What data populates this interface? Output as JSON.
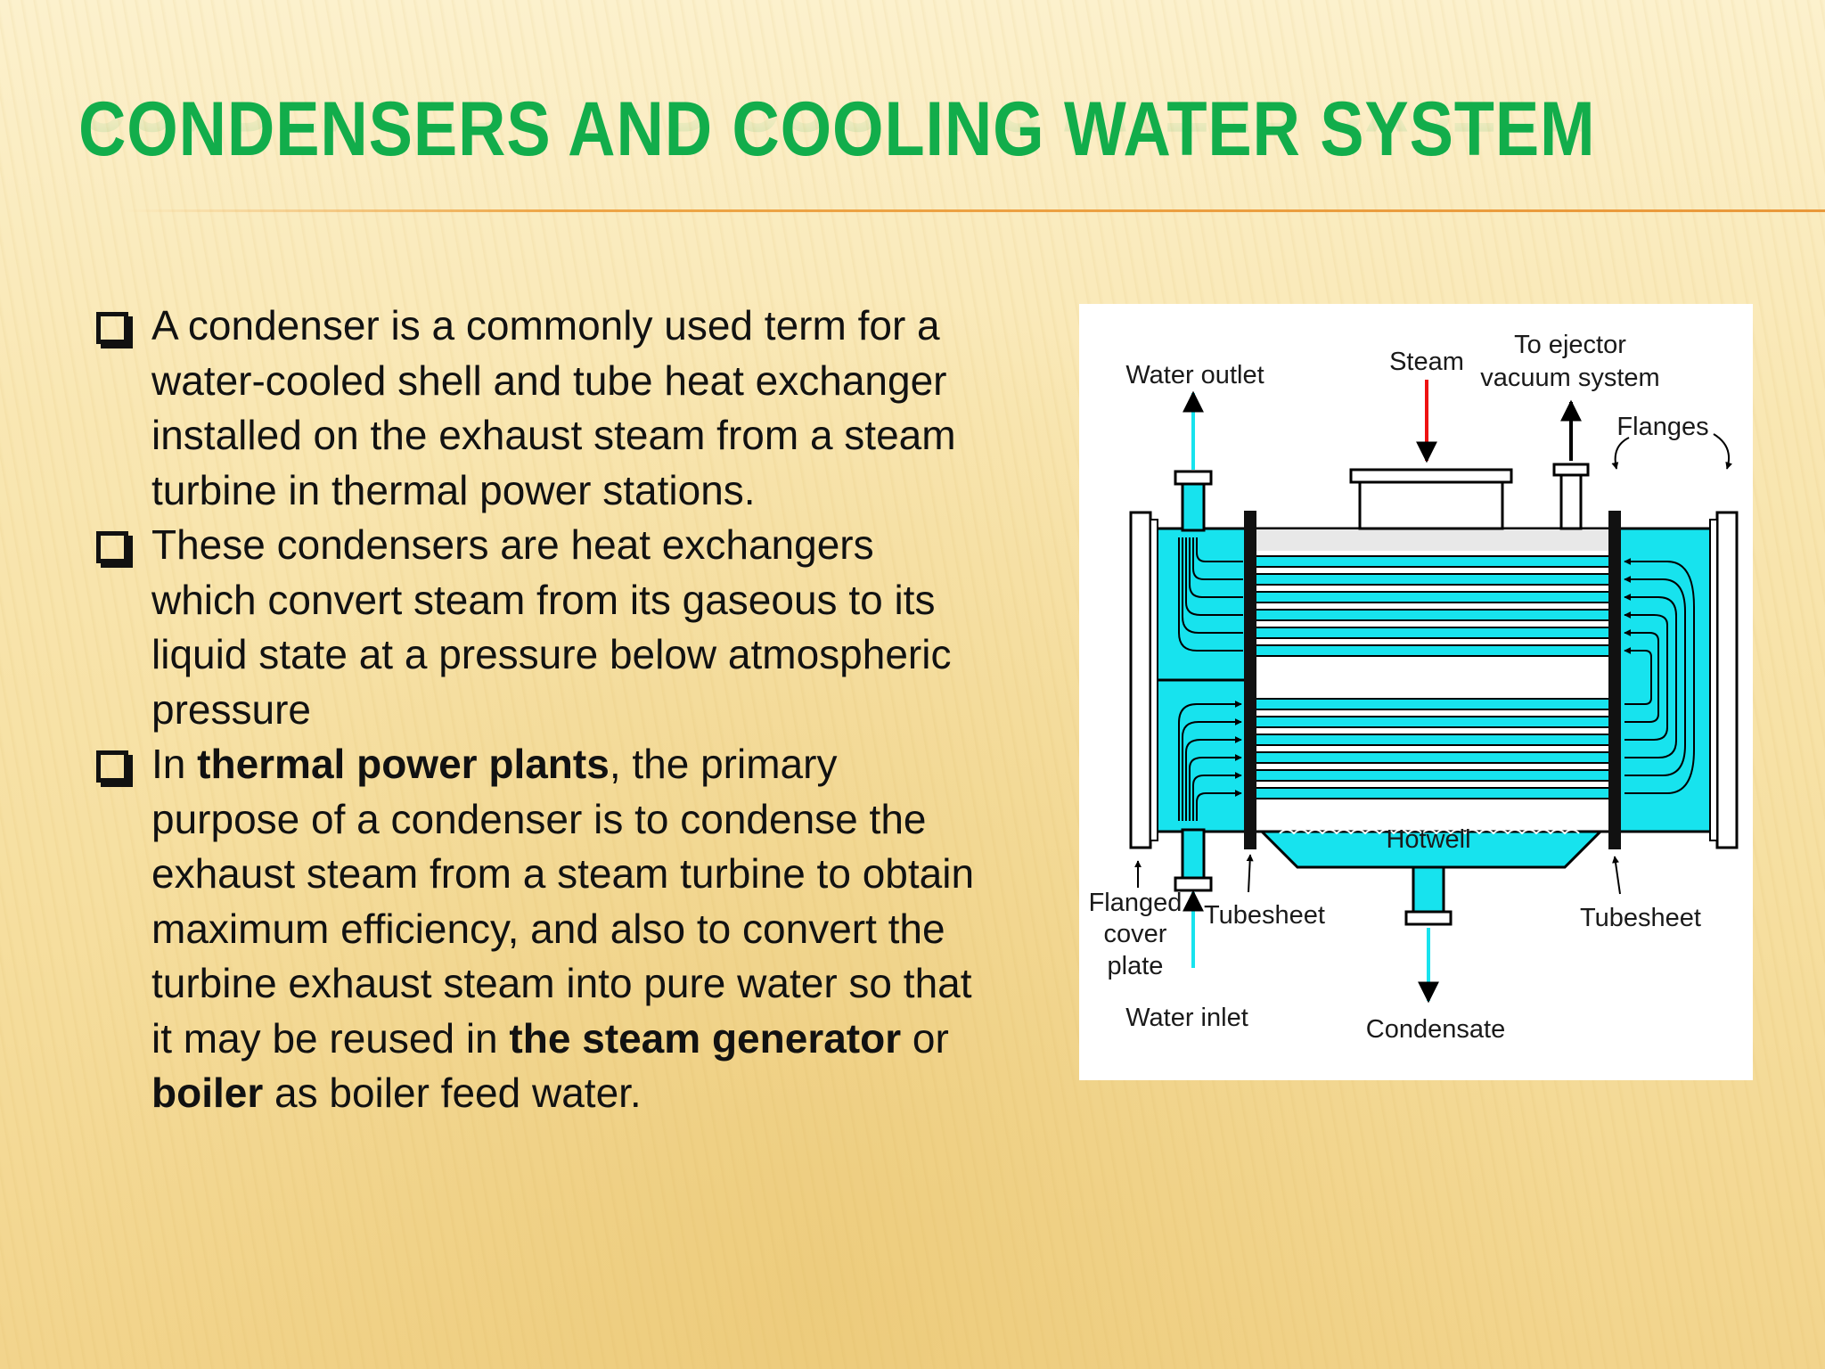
{
  "slide": {
    "title": "CONDENSERS AND COOLING WATER SYSTEM",
    "bullets": [
      {
        "text": "A condenser is a commonly used term for a water-cooled shell and tube heat exchanger installed on the exhaust steam from a steam turbine in thermal power stations."
      },
      {
        "text": "These condensers are heat exchangers which convert steam from its gaseous to its liquid state at a pressure below atmospheric pressure"
      },
      {
        "part1": "In ",
        "bold1": "thermal power plants",
        "part2": ", the primary purpose of a condenser is to condense the exhaust steam from a steam turbine to obtain maximum efficiency, and also to convert the turbine exhaust steam into pure water so that it may be reused in ",
        "bold2": "the steam generator",
        "part3": " or ",
        "bold3": "boiler",
        "part4": " as boiler feed water."
      }
    ]
  },
  "diagram": {
    "labels": {
      "water_outlet": "Water outlet",
      "steam": "Steam",
      "ejector_line1": "To ejector",
      "ejector_line2": "vacuum system",
      "flanges": "Flanges",
      "hotwell": "Hotwell",
      "flanged_line1": "Flanged",
      "flanged_line2": "cover",
      "flanged_line3": "plate",
      "tubesheet_left": "Tubesheet",
      "tubesheet_right": "Tubesheet",
      "water_inlet": "Water inlet",
      "condensate": "Condensate"
    },
    "colors": {
      "water": "#17e3ee",
      "steam_arrow": "#ee1111",
      "outline": "#000000"
    }
  }
}
